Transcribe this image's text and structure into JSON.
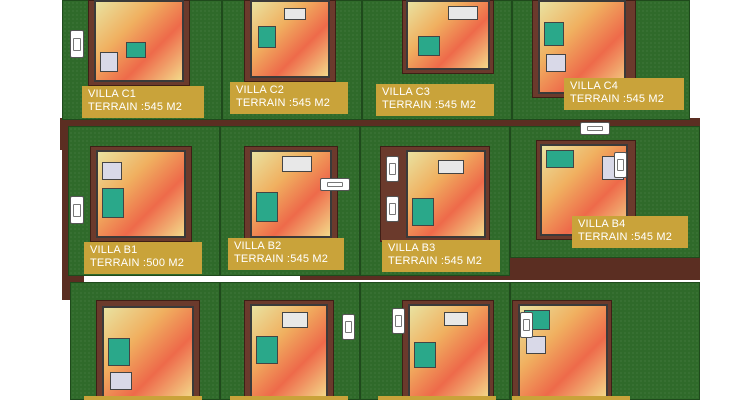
{
  "villas": [
    {
      "name": "VILLA C1",
      "terrain": "TERRAIN :545 M2"
    },
    {
      "name": "VILLA C2",
      "terrain": "TERRAIN :545 M2"
    },
    {
      "name": "VILLA C3",
      "terrain": "TERRAIN :545 M2"
    },
    {
      "name": "VILLA C4",
      "terrain": "TERRAIN :545 M2"
    },
    {
      "name": "VILLA B1",
      "terrain": "TERRAIN :500 M2"
    },
    {
      "name": "VILLA B2",
      "terrain": "TERRAIN :545 M2"
    },
    {
      "name": "VILLA B3",
      "terrain": "TERRAIN :545 M2"
    },
    {
      "name": "VILLA B4",
      "terrain": "TERRAIN :545 M2"
    }
  ],
  "colors": {
    "lawn": "#2f6a2a",
    "road": "#5b2e22",
    "label_bg": "#c9a33a",
    "label_text": "#ffffff"
  }
}
